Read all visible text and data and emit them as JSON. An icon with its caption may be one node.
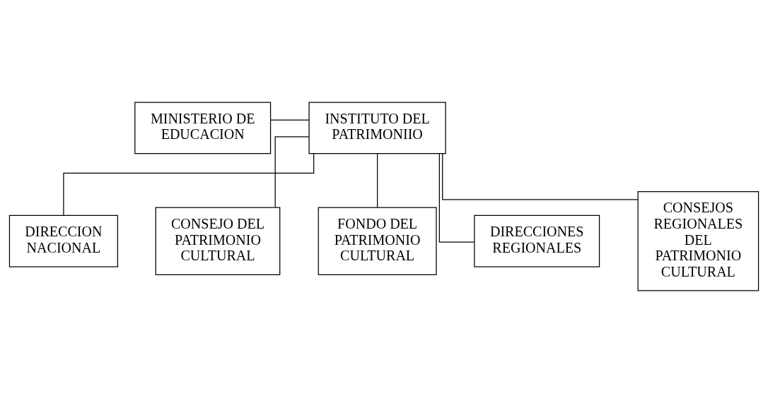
{
  "diagram": {
    "nodes": [
      {
        "text": [
          "MINISTERIO DE EDUCACION"
        ]
      },
      {
        "text": [
          "INSTITUTO DEL PATRIMONIIO"
        ]
      },
      {
        "text": [
          "DIRECCION NACIONAL"
        ]
      },
      {
        "text": [
          "CONSEJO DEL PATRIMONIO CULTURAL"
        ]
      },
      {
        "text": [
          "FONDO DEL PATRIMONIO CULTURAL"
        ]
      },
      {
        "text": [
          "DIRECCIONES REGIONALES"
        ]
      },
      {
        "text": [
          "CONSEJOS REGIONALES DEL PATRIMONIO CULTURAL"
        ]
      }
    ],
    "edges": [
      {
        "from": 0,
        "to": 1,
        "arrow": "none"
      },
      {
        "from": 1,
        "to": 4,
        "arrow": "none"
      },
      {
        "from": 1,
        "to": 2,
        "arrow": "none"
      },
      {
        "from": 1,
        "to": 3,
        "arrow": "none"
      },
      {
        "from": 1,
        "to": 5,
        "arrow": "none"
      },
      {
        "from": 1,
        "to": 6,
        "arrow": "none"
      }
    ]
  }
}
